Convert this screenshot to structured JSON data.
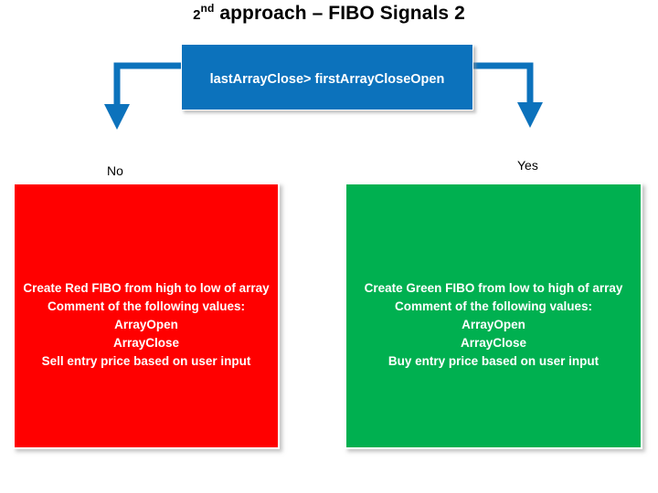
{
  "title": {
    "ordinal_number": "2",
    "ordinal_suffix": "nd",
    "rest": " approach – FIBO Signals 2",
    "full": "2nd approach – FIBO Signals 2"
  },
  "decision": {
    "label": "lastArrayClose>  firstArrayCloseOpen",
    "color": "#0C72BC"
  },
  "branches": {
    "no_label": "No",
    "yes_label": "Yes"
  },
  "connectors": {
    "color": "#0C72BC"
  },
  "outcomes": [
    {
      "key": "no_branch",
      "color": "#FF0000",
      "lines": [
        "Create Red FIBO from high to low of array",
        "Comment of the following values:",
        "ArrayOpen",
        "ArrayClose",
        "Sell entry price based on user input"
      ]
    },
    {
      "key": "yes_branch",
      "color": "#00B050",
      "lines": [
        "Create Green FIBO from low to high of array",
        "Comment of the following values:",
        "ArrayOpen",
        "ArrayClose",
        "Buy entry price based on user input"
      ]
    }
  ]
}
